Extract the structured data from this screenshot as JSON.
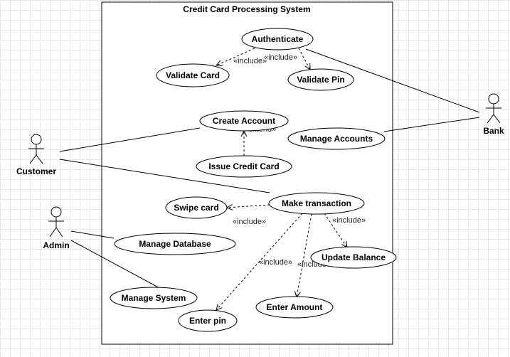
{
  "system": {
    "title": "Credit Card Processing System"
  },
  "actors": {
    "customer": "Customer",
    "admin": "Admin",
    "bank": "Bank"
  },
  "use_cases": {
    "authenticate": "Authenticate",
    "validate_card": "Validate Card",
    "validate_pin": "Validate Pin",
    "create_account": "Create Account",
    "manage_accounts": "Manage Accounts",
    "issue_credit_card": "Issue Credit Card",
    "make_transaction": "Make transaction",
    "swipe_card": "Swipe card",
    "manage_database": "Manage Database",
    "update_balance": "Update Balance",
    "manage_system": "Manage System",
    "enter_amount": "Enter Amount",
    "enter_pin": "Enter pin"
  },
  "stereotypes": {
    "include": "«include»",
    "extend": "«extend»"
  },
  "colors": {
    "line": "#000000",
    "fill": "#ffffff",
    "grid": "#e6e6e6"
  }
}
